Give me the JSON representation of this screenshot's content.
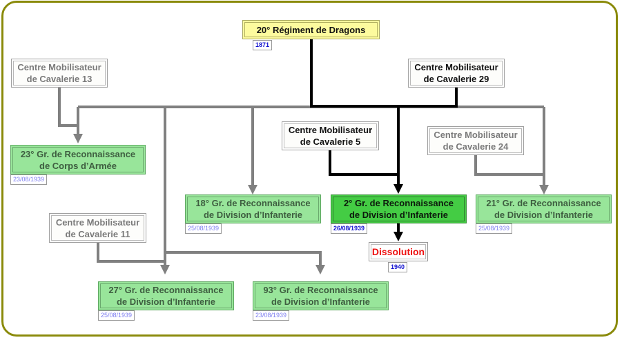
{
  "diagram": {
    "root": {
      "label": "20° Régiment de Dragons",
      "date": "1871"
    },
    "centres": [
      {
        "id": "cm13",
        "line1": "Centre Mobilisateur",
        "line2": "de Cavalerie 13",
        "state": "inactive"
      },
      {
        "id": "cm29",
        "line1": "Centre Mobilisateur",
        "line2": "de Cavalerie 29",
        "state": "active"
      },
      {
        "id": "cm5",
        "line1": "Centre Mobilisateur",
        "line2": "de Cavalerie 5",
        "state": "active"
      },
      {
        "id": "cm24",
        "line1": "Centre Mobilisateur",
        "line2": "de Cavalerie 24",
        "state": "inactive"
      },
      {
        "id": "cm11",
        "line1": "Centre Mobilisateur",
        "line2": "de Cavalerie 11",
        "state": "inactive"
      }
    ],
    "groups": [
      {
        "id": "g23",
        "line1": "23° Gr. de Reconnaissance",
        "line2": "de Corps d’Armée",
        "date": "23/08/1939",
        "current": false
      },
      {
        "id": "g18",
        "line1": "18° Gr. de Reconnaissance",
        "line2": "de Division d’Infanterie",
        "date": "25/08/1939",
        "current": false
      },
      {
        "id": "g2",
        "line1": "2° Gr. de Reconnaissance",
        "line2": "de Division d’Infanterie",
        "date": "26/08/1939",
        "current": true
      },
      {
        "id": "g21",
        "line1": "21° Gr. de Reconnaissance",
        "line2": "de Division d’Infanterie",
        "date": "25/08/1939",
        "current": false
      },
      {
        "id": "g27",
        "line1": "27° Gr. de Reconnaissance",
        "line2": "de Division d’Infanterie",
        "date": "25/08/1939",
        "current": false
      },
      {
        "id": "g93",
        "line1": "93° Gr. de Reconnaissance",
        "line2": "de Division d’Infanterie",
        "date": "23/08/1939",
        "current": false
      }
    ],
    "end": {
      "label": "Dissolution",
      "date": "1940"
    },
    "colors": {
      "frame": "#8a8a0a",
      "root_fill": "#fdfb9e",
      "group_fill": "#98e59a",
      "current_fill": "#44cc44",
      "main_line": "#000000",
      "other_line": "#808080",
      "dissolution_text": "#ee1111"
    }
  }
}
